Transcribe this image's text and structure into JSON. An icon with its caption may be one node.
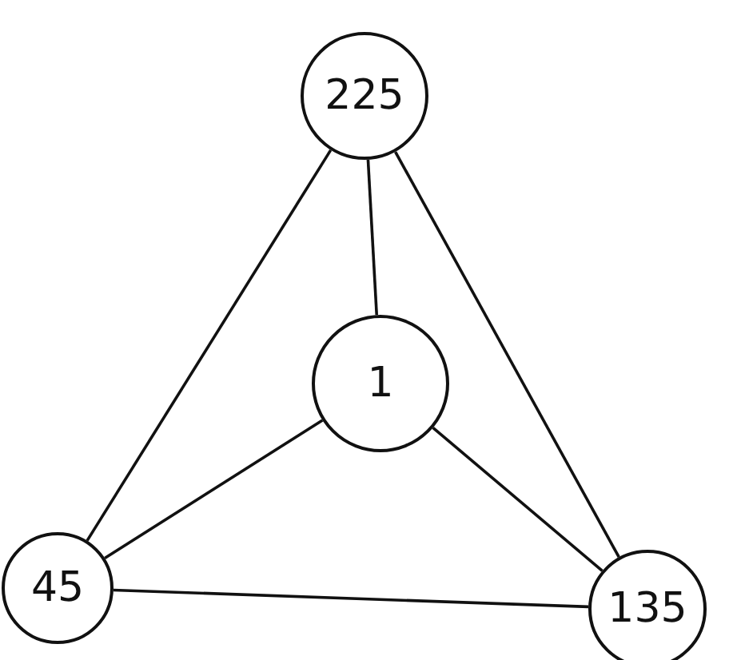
{
  "diagram": {
    "nodes": [
      {
        "text": [
          "225"
        ]
      },
      {
        "text": [
          "1"
        ]
      },
      {
        "text": [
          "45"
        ]
      },
      {
        "text": [
          "135"
        ]
      }
    ],
    "edges": [
      {
        "from": 0,
        "to": 1,
        "arrow": "none"
      },
      {
        "from": 0,
        "to": 2,
        "arrow": "none"
      },
      {
        "from": 0,
        "to": 3,
        "arrow": "none"
      },
      {
        "from": 1,
        "to": 2,
        "arrow": "none"
      },
      {
        "from": 1,
        "to": 3,
        "arrow": "none"
      },
      {
        "from": 2,
        "to": 3,
        "arrow": "none"
      }
    ]
  }
}
